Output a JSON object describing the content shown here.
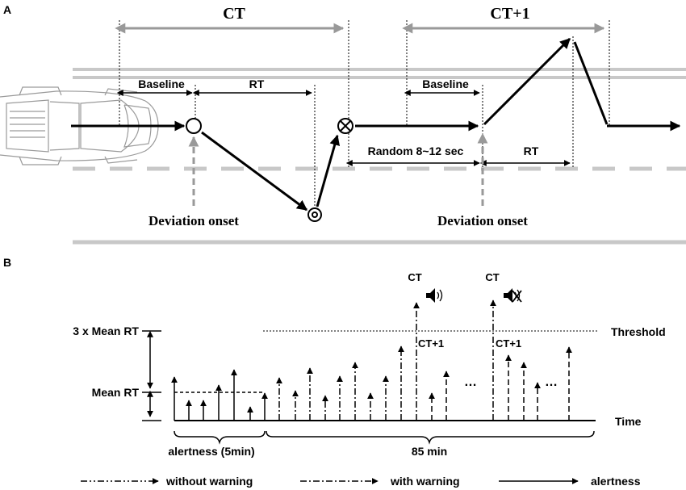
{
  "panel_a": {
    "label": "A",
    "ct_label": "CT",
    "ct1_label": "CT+1",
    "baseline_label_1": "Baseline",
    "rt_label_1": "RT",
    "baseline_label_2": "Baseline",
    "rt_label_2": "RT",
    "random_label": "Random 8~12 sec",
    "deviation_onset_1": "Deviation onset",
    "deviation_onset_2": "Deviation onset",
    "colors": {
      "lane": "#c8c8c8",
      "gray_arrow": "#999999",
      "line": "#000000"
    },
    "icons": [
      "car-icon",
      "open-circle-icon",
      "target-circle-icon",
      "crossed-circle-icon"
    ]
  },
  "panel_b": {
    "label": "B",
    "y_tick_3x": "3 x Mean RT",
    "y_tick_mean": "Mean RT",
    "threshold_label": "Threshold",
    "time_label": "Time",
    "ct_top_1": "CT",
    "ct_top_2": "CT",
    "ct1_label_1": "CT+1",
    "ct1_label_2": "CT+1",
    "ellipsis_1": "…",
    "ellipsis_2": "…",
    "brace_1_label": "alertness (5min)",
    "brace_2_label": "85 min",
    "icons": [
      "speaker-on-icon",
      "speaker-muted-icon"
    ]
  },
  "legend": {
    "without_warning": "without warning",
    "with_warning": "with warning",
    "alertness": "alertness"
  }
}
